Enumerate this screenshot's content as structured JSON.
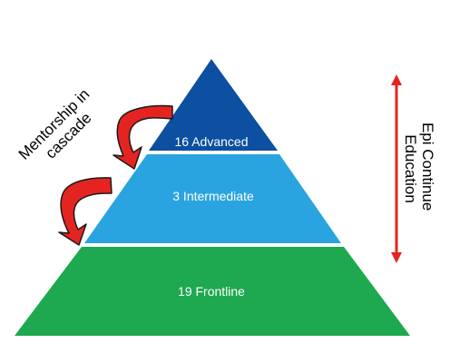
{
  "colors": {
    "advanced": "#0d4fa0",
    "intermediate": "#2aa4e0",
    "frontline": "#1ea84f",
    "arrow": "#e52421",
    "arrow_outline": "#1a1a1a"
  },
  "tiers": {
    "advanced": {
      "label": "16 Advanced"
    },
    "intermediate": {
      "label": "3 Intermediate"
    },
    "frontline": {
      "label": "19 Frontline"
    }
  },
  "mentorship": {
    "line1": "Mentorship in",
    "line2": "cascade"
  },
  "education": {
    "line1": "Epi Continue",
    "line2": "Education",
    "arrow_icon": "double-headed-arrow-icon"
  }
}
